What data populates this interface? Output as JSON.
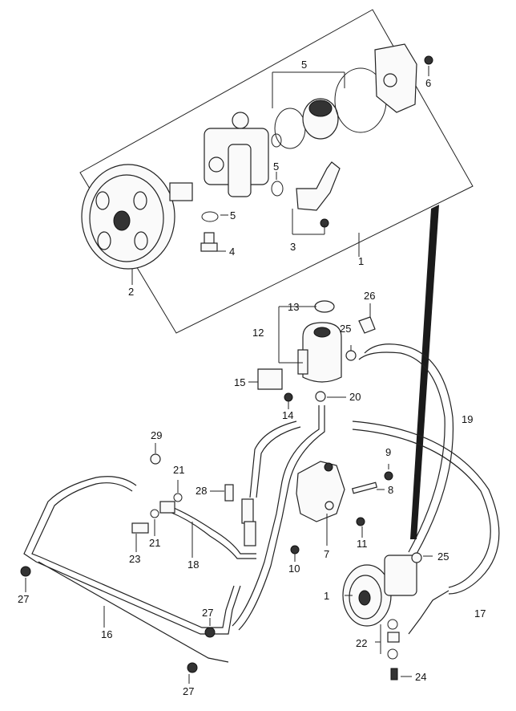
{
  "callouts": {
    "c1_top": "1",
    "c2": "2",
    "c3": "3",
    "c4": "4",
    "c5_top": "5",
    "c5_mid": "5",
    "c5_low": "5",
    "c6": "6",
    "c7": "7",
    "c8": "8",
    "c9": "9",
    "c10": "10",
    "c11": "11",
    "c12": "12",
    "c13": "13",
    "c14": "14",
    "c15": "15",
    "c16": "16",
    "c17": "17",
    "c18": "18",
    "c19": "19",
    "c20": "20",
    "c21_a": "21",
    "c21_b": "21",
    "c22": "22",
    "c23": "23",
    "c24": "24",
    "c25_a": "25",
    "c25_b": "25",
    "c26": "26",
    "c27_a": "27",
    "c27_b": "27",
    "c27_c": "27",
    "c28": "28",
    "c29": "29",
    "c1_bottom": "1"
  }
}
